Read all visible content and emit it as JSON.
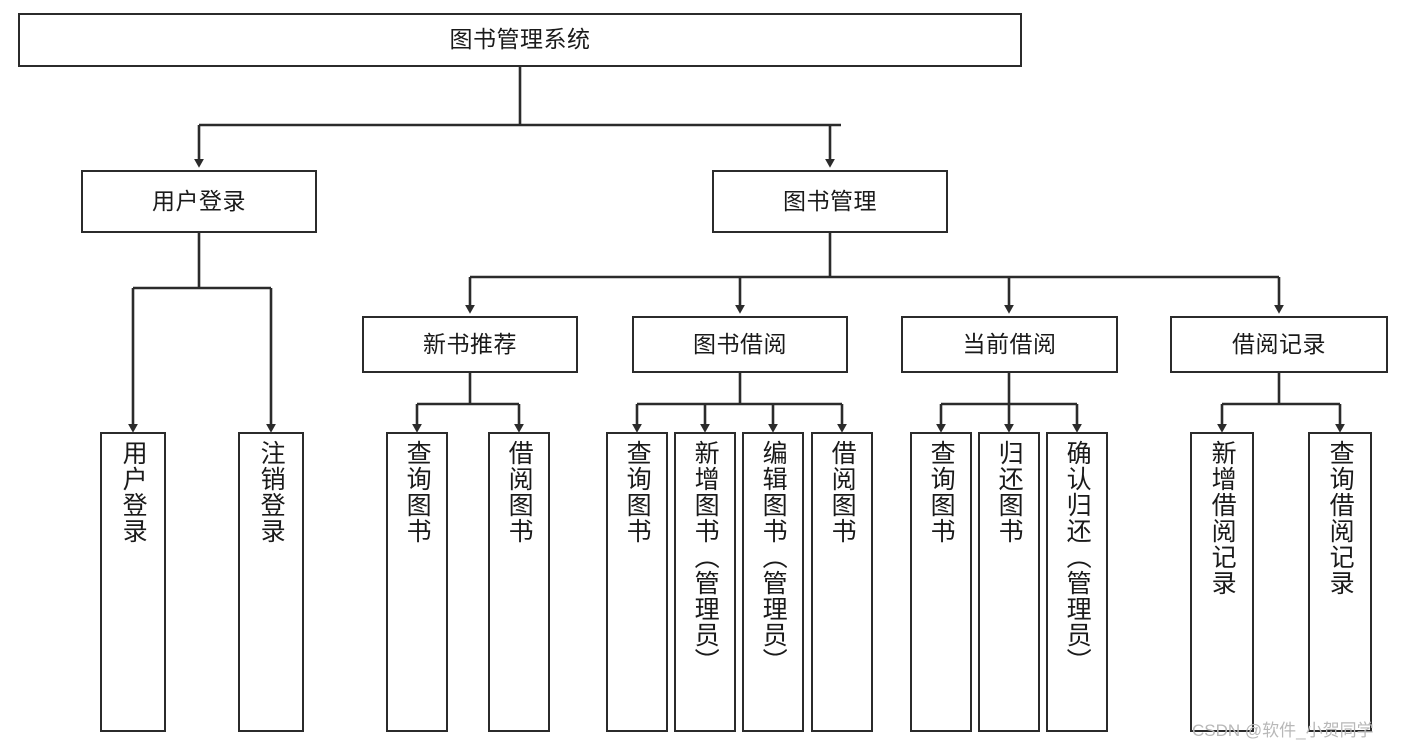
{
  "diagram": {
    "type": "tree-hierarchy",
    "title": "图书管理系统",
    "watermark": "CSDN @软件_小贺同学",
    "colors": {
      "stroke": "#2b2b2b",
      "fill": "#ffffff",
      "text": "#1a1a1a",
      "watermark": "#b8b8b8"
    },
    "levels": {
      "level1": [
        {
          "id": "root",
          "label": "图书管理系统",
          "orientation": "horizontal"
        }
      ],
      "level2": [
        {
          "id": "user-login",
          "label": "用户登录",
          "orientation": "horizontal"
        },
        {
          "id": "book-management",
          "label": "图书管理",
          "orientation": "horizontal"
        }
      ],
      "level3": [
        {
          "id": "new-book-recommend",
          "label": "新书推荐",
          "orientation": "horizontal",
          "parent": "book-management"
        },
        {
          "id": "book-borrow",
          "label": "图书借阅",
          "orientation": "horizontal",
          "parent": "book-management"
        },
        {
          "id": "current-borrow",
          "label": "当前借阅",
          "orientation": "horizontal",
          "parent": "book-management"
        },
        {
          "id": "borrow-record",
          "label": "借阅记录",
          "orientation": "horizontal",
          "parent": "book-management"
        }
      ],
      "leaves": [
        {
          "id": "leaf-user-login",
          "label": "用户登录",
          "orientation": "vertical",
          "parent": "user-login"
        },
        {
          "id": "leaf-user-logout",
          "label": "注销登录",
          "orientation": "vertical",
          "parent": "user-login"
        },
        {
          "id": "leaf-query-book-1",
          "label": "查询图书",
          "orientation": "vertical",
          "parent": "new-book-recommend"
        },
        {
          "id": "leaf-borrow-book-1",
          "label": "借阅图书",
          "orientation": "vertical",
          "parent": "new-book-recommend"
        },
        {
          "id": "leaf-query-book-2",
          "label": "查询图书",
          "orientation": "vertical",
          "parent": "book-borrow"
        },
        {
          "id": "leaf-add-book",
          "label": "新增图书（管理员）",
          "orientation": "vertical",
          "parent": "book-borrow"
        },
        {
          "id": "leaf-edit-book",
          "label": "编辑图书（管理员）",
          "orientation": "vertical",
          "parent": "book-borrow"
        },
        {
          "id": "leaf-borrow-book-2",
          "label": "借阅图书",
          "orientation": "vertical",
          "parent": "book-borrow"
        },
        {
          "id": "leaf-query-book-3",
          "label": "查询图书",
          "orientation": "vertical",
          "parent": "current-borrow"
        },
        {
          "id": "leaf-return-book",
          "label": "归还图书",
          "orientation": "vertical",
          "parent": "current-borrow"
        },
        {
          "id": "leaf-confirm-return",
          "label": "确认归还（管理员）",
          "orientation": "vertical",
          "parent": "current-borrow"
        },
        {
          "id": "leaf-add-record",
          "label": "新增借阅记录",
          "orientation": "vertical",
          "parent": "borrow-record"
        },
        {
          "id": "leaf-query-record",
          "label": "查询借阅记录",
          "orientation": "vertical",
          "parent": "borrow-record"
        }
      ]
    }
  }
}
